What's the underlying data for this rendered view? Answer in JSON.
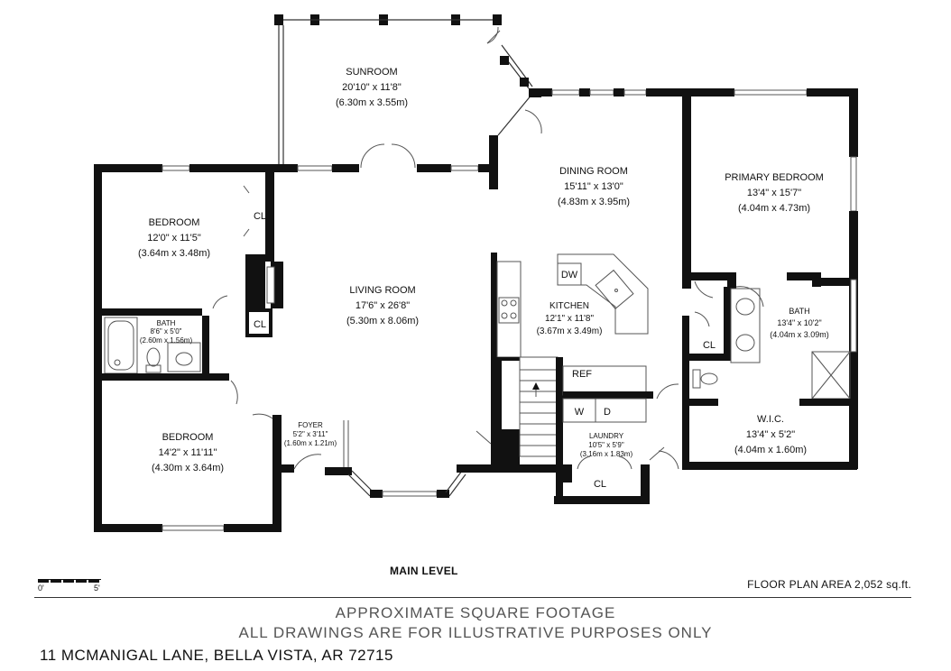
{
  "rooms": {
    "sunroom": {
      "name": "SUNROOM",
      "imperial": "20'10\" x 11'8\"",
      "metric": "(6.30m x 3.55m)"
    },
    "dining": {
      "name": "DINING ROOM",
      "imperial": "15'11\" x 13'0\"",
      "metric": "(4.83m x 3.95m)"
    },
    "primary_bedroom": {
      "name": "PRIMARY BEDROOM",
      "imperial": "13'4\" x 15'7\"",
      "metric": "(4.04m x 4.73m)"
    },
    "bedroom1": {
      "name": "BEDROOM",
      "imperial": "12'0\" x 11'5\"",
      "metric": "(3.64m x 3.48m)"
    },
    "living": {
      "name": "LIVING ROOM",
      "imperial": "17'6\" x 26'8\"",
      "metric": "(5.30m x 8.06m)"
    },
    "kitchen": {
      "name": "KITCHEN",
      "imperial": "12'1\" x 11'8\"",
      "metric": "(3.67m x 3.49m)"
    },
    "bath_primary": {
      "name": "BATH",
      "imperial": "13'4\" x 10'2\"",
      "metric": "(4.04m x 3.09m)"
    },
    "bath_small": {
      "name": "BATH",
      "imperial": "8'6\" x 5'0\"",
      "metric": "(2.60m x 1.56m)"
    },
    "bedroom2": {
      "name": "BEDROOM",
      "imperial": "14'2\" x 11'11\"",
      "metric": "(4.30m x 3.64m)"
    },
    "foyer": {
      "name": "FOYER",
      "imperial": "5'2\" x 3'11\"",
      "metric": "(1.60m x 1.21m)"
    },
    "laundry": {
      "name": "LAUNDRY",
      "imperial": "10'5\" x 5'9\"",
      "metric": "(3.16m x 1.83m)"
    },
    "wic": {
      "name": "W.I.C.",
      "imperial": "13'4\" x 5'2\"",
      "metric": "(4.04m x 1.60m)"
    }
  },
  "labels": {
    "closet": "CL",
    "dishwasher": "DW",
    "refrigerator": "REF",
    "washer": "W",
    "dryer": "D"
  },
  "level": "MAIN LEVEL",
  "floor_area": "FLOOR PLAN AREA 2,052 sq.ft.",
  "scale": {
    "start": "0'",
    "end": "5'"
  },
  "disclaimer_line1": "APPROXIMATE SQUARE FOOTAGE",
  "disclaimer_line2": "ALL DRAWINGS ARE FOR ILLUSTRATIVE PURPOSES ONLY",
  "address": "11 MCMANIGAL LANE, BELLA VISTA, AR 72715"
}
